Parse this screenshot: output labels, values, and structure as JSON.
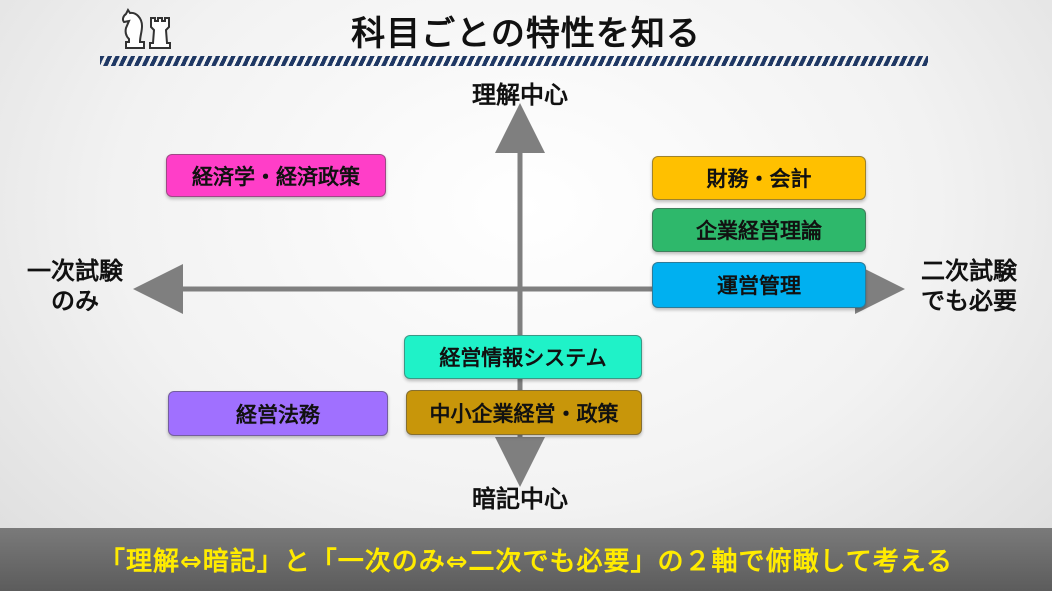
{
  "title": "科目ごとの特性を知る",
  "axes": {
    "top": "理解中心",
    "bottom": "暗記中心",
    "left_line1": "一次試験",
    "left_line2": "のみ",
    "right_line1": "二次試験",
    "right_line2": "でも必要"
  },
  "subjects": {
    "economics": {
      "label": "経済学・経済政策",
      "color": "#ff3ec8"
    },
    "finance": {
      "label": "財務・会計",
      "color": "#ffc000"
    },
    "management_theory": {
      "label": "企業経営理論",
      "color": "#2eb86b"
    },
    "operations": {
      "label": "運営管理",
      "color": "#00b0f0"
    },
    "info_systems": {
      "label": "経営情報システム",
      "color": "#1ff2c8"
    },
    "law": {
      "label": "経営法務",
      "color": "#a070ff"
    },
    "sme_policy": {
      "label": "中小企業経営・政策",
      "color": "#c8960a"
    }
  },
  "footer": "「理解⇔暗記」と「一次のみ⇔二次でも必要」の２軸で俯瞰して考える",
  "icon": "chess-pieces-icon"
}
